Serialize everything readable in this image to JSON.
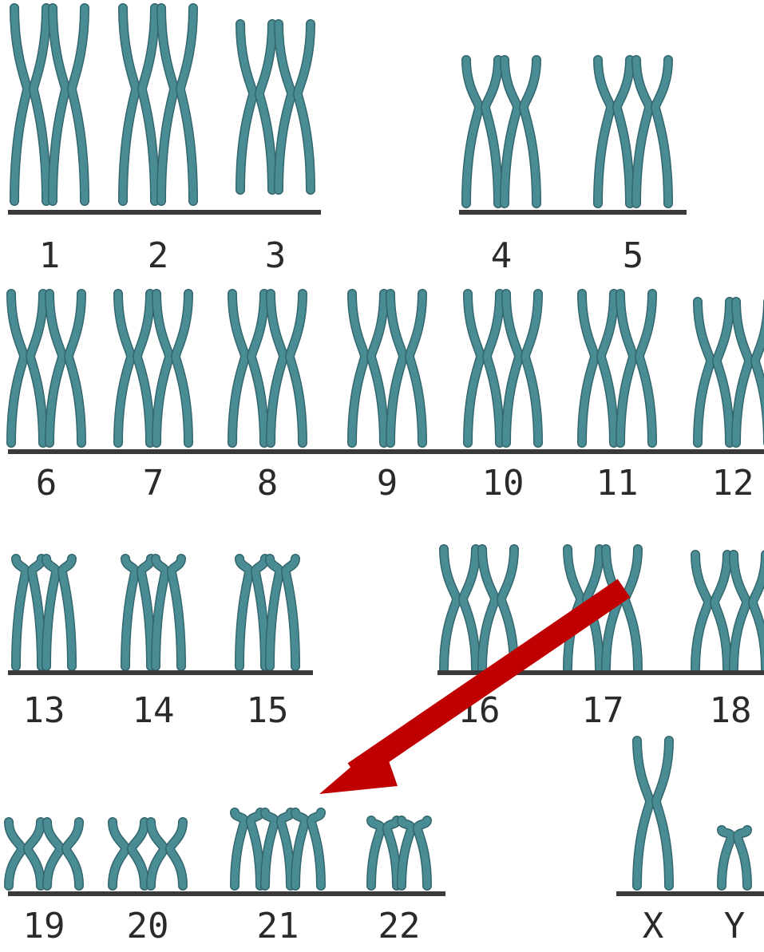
{
  "colors": {
    "chromosome": "#4a8c94",
    "chromosome_outline": "#33666d",
    "arrow": "#c00000",
    "baseline": "#3a3a3a",
    "label": "#2a2a2a"
  },
  "groups": [
    {
      "labels": [
        "1",
        "2",
        "3"
      ]
    },
    {
      "labels": [
        "4",
        "5"
      ]
    },
    {
      "labels": [
        "6",
        "7",
        "8",
        "9",
        "10",
        "11",
        "12"
      ]
    },
    {
      "labels": [
        "13",
        "14",
        "15"
      ]
    },
    {
      "labels": [
        "16",
        "17",
        "18"
      ]
    },
    {
      "labels": [
        "19",
        "20",
        "21",
        "22"
      ]
    },
    {
      "labels": [
        "X",
        "Y"
      ]
    }
  ],
  "chromosomes": [
    {
      "label": "1",
      "copies": 2,
      "shape": "metacentric"
    },
    {
      "label": "2",
      "copies": 2,
      "shape": "metacentric"
    },
    {
      "label": "3",
      "copies": 2,
      "shape": "metacentric"
    },
    {
      "label": "4",
      "copies": 2,
      "shape": "submetacentric"
    },
    {
      "label": "5",
      "copies": 2,
      "shape": "submetacentric"
    },
    {
      "label": "6",
      "copies": 2,
      "shape": "metacentric"
    },
    {
      "label": "7",
      "copies": 2,
      "shape": "metacentric"
    },
    {
      "label": "8",
      "copies": 2,
      "shape": "metacentric"
    },
    {
      "label": "9",
      "copies": 2,
      "shape": "metacentric"
    },
    {
      "label": "10",
      "copies": 2,
      "shape": "metacentric"
    },
    {
      "label": "11",
      "copies": 2,
      "shape": "metacentric"
    },
    {
      "label": "12",
      "copies": 2,
      "shape": "metacentric"
    },
    {
      "label": "13",
      "copies": 2,
      "shape": "acrocentric"
    },
    {
      "label": "14",
      "copies": 2,
      "shape": "acrocentric"
    },
    {
      "label": "15",
      "copies": 2,
      "shape": "acrocentric"
    },
    {
      "label": "16",
      "copies": 2,
      "shape": "metacentric"
    },
    {
      "label": "17",
      "copies": 2,
      "shape": "metacentric"
    },
    {
      "label": "18",
      "copies": 2,
      "shape": "metacentric"
    },
    {
      "label": "19",
      "copies": 2,
      "shape": "metacentric"
    },
    {
      "label": "20",
      "copies": 2,
      "shape": "metacentric"
    },
    {
      "label": "21",
      "copies": 3,
      "shape": "acrocentric"
    },
    {
      "label": "22",
      "copies": 2,
      "shape": "acrocentric"
    },
    {
      "label": "X",
      "copies": 1,
      "shape": "metacentric"
    },
    {
      "label": "Y",
      "copies": 1,
      "shape": "acrocentric"
    }
  ],
  "annotation": {
    "type": "arrow",
    "points_to": "21",
    "color": "#c00000"
  }
}
